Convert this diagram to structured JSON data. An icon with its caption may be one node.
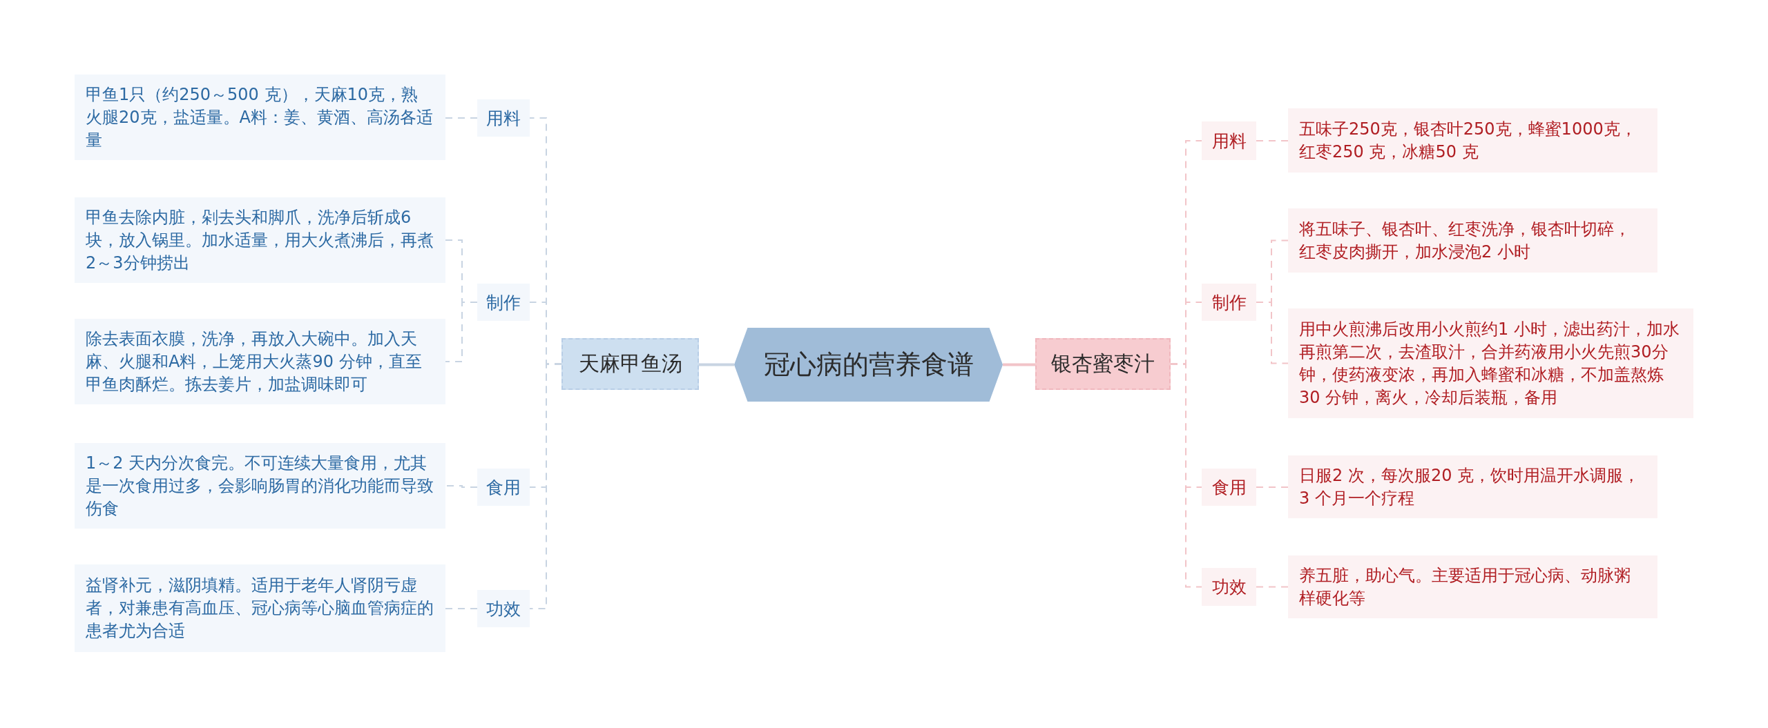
{
  "diagram": {
    "nodes": [
      {
        "text": [
          "冠心病的营养食谱"
        ]
      },
      {
        "text": [
          "天麻甲鱼汤"
        ]
      },
      {
        "text": [
          "用料"
        ]
      },
      {
        "text": [
          "甲鱼1只（约250～500 克），天麻10克，熟火腿20克，盐适量。A料：姜、黄酒、高汤各适量"
        ]
      },
      {
        "text": [
          "制作"
        ]
      },
      {
        "text": [
          "甲鱼去除内脏，剁去头和脚爪，洗净后斩成6块，放入锅里。加水适量，用大火煮沸后，再煮2～3分钟捞出"
        ]
      },
      {
        "text": [
          "除去表面衣膜，洗净，再放入大碗中。加入天麻、火腿和A料，上笼用大火蒸90 分钟，直至甲鱼肉酥烂。拣去姜片，加盐调味即可"
        ]
      },
      {
        "text": [
          "食用"
        ]
      },
      {
        "text": [
          "1～2 天内分次食完。不可连续大量食用，尤其是一次食用过多，会影响肠胃的消化功能而导致伤食"
        ]
      },
      {
        "text": [
          "功效"
        ]
      },
      {
        "text": [
          "益肾补元，滋阴填精。适用于老年人肾阴亏虚者，对兼患有高血压、冠心病等心脑血管病症的患者尤为合适"
        ]
      },
      {
        "text": [
          "银杏蜜枣汁"
        ]
      },
      {
        "text": [
          "用料"
        ]
      },
      {
        "text": [
          "五味子250克，银杏叶250克，蜂蜜1000克，红枣250 克，冰糖50 克"
        ]
      },
      {
        "text": [
          "制作"
        ]
      },
      {
        "text": [
          "将五味子、银杏叶、红枣洗净，银杏叶切碎，红枣皮肉撕开，加水浸泡2 小时"
        ]
      },
      {
        "text": [
          "用中火煎沸后改用小火煎约1 小时，滤出药汁，加水再煎第二次，去渣取汁，合并药液用小火先煎30分钟，使药液变浓，再加入蜂蜜和冰糖，不加盖熬炼30 分钟，离火，冷却后装瓶，备用"
        ]
      },
      {
        "text": [
          "食用"
        ]
      },
      {
        "text": [
          "日服2 次，每次服20 克，饮时用温开水调服，3 个月一个疗程"
        ]
      },
      {
        "text": [
          "功效"
        ]
      },
      {
        "text": [
          "养五脏，助心气。主要适用于冠心病、动脉粥样硬化等"
        ]
      }
    ],
    "edges": [
      {
        "from": 0,
        "to": 1,
        "arrow": "none"
      },
      {
        "from": 1,
        "to": 2,
        "arrow": "none",
        "style": "dashed"
      },
      {
        "from": 2,
        "to": 3,
        "arrow": "none",
        "style": "dashed"
      },
      {
        "from": 1,
        "to": 4,
        "arrow": "none",
        "style": "dashed"
      },
      {
        "from": 4,
        "to": 5,
        "arrow": "none",
        "style": "dashed"
      },
      {
        "from": 4,
        "to": 6,
        "arrow": "none",
        "style": "dashed"
      },
      {
        "from": 1,
        "to": 7,
        "arrow": "none",
        "style": "dashed"
      },
      {
        "from": 7,
        "to": 8,
        "arrow": "none",
        "style": "dashed"
      },
      {
        "from": 1,
        "to": 9,
        "arrow": "none",
        "style": "dashed"
      },
      {
        "from": 9,
        "to": 10,
        "arrow": "none",
        "style": "dashed"
      },
      {
        "from": 0,
        "to": 11,
        "arrow": "none",
        "color": "#f2c4c8"
      },
      {
        "from": 11,
        "to": 12,
        "arrow": "none",
        "style": "dashed",
        "color": "#f2c4c8"
      },
      {
        "from": 12,
        "to": 13,
        "arrow": "none",
        "style": "dashed",
        "color": "#f2c4c8"
      },
      {
        "from": 11,
        "to": 14,
        "arrow": "none",
        "style": "dashed",
        "color": "#f2c4c8"
      },
      {
        "from": 14,
        "to": 15,
        "arrow": "none",
        "style": "dashed",
        "color": "#f2c4c8"
      },
      {
        "from": 14,
        "to": 16,
        "arrow": "none",
        "style": "dashed",
        "color": "#f2c4c8"
      },
      {
        "from": 11,
        "to": 17,
        "arrow": "none",
        "style": "dashed",
        "color": "#f2c4c8"
      },
      {
        "from": 17,
        "to": 18,
        "arrow": "none",
        "style": "dashed",
        "color": "#f2c4c8"
      },
      {
        "from": 11,
        "to": 19,
        "arrow": "none",
        "style": "dashed",
        "color": "#f2c4c8"
      },
      {
        "from": 19,
        "to": 20,
        "arrow": "none",
        "style": "dashed",
        "color": "#f2c4c8"
      }
    ]
  }
}
